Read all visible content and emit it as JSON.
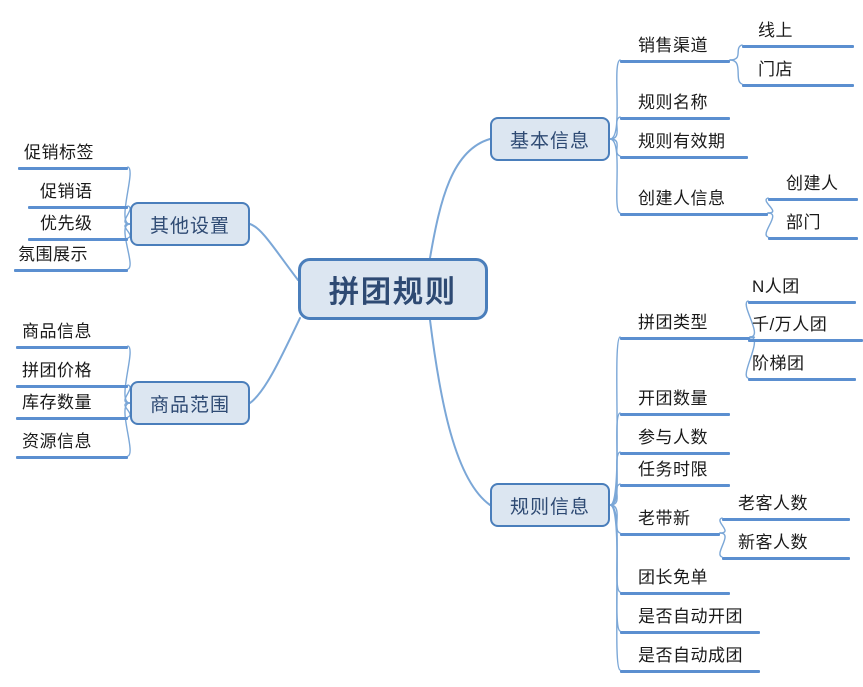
{
  "diagram": {
    "title": "拼团规则",
    "type": "mind-map",
    "colors": {
      "node_fill": "#dce6f1",
      "node_border": "#4a7ebb",
      "underline": "#5b8fd0",
      "edge": "#7ba7d7",
      "text": "#1a1a1a",
      "node_text": "#2e4a73",
      "background": "#ffffff"
    }
  },
  "root": {
    "label": "拼团规则"
  },
  "branches": [
    {
      "id": "basic-info",
      "label": "基本信息",
      "side": "right",
      "children": [
        {
          "label": "销售渠道",
          "children": [
            {
              "label": "线上"
            },
            {
              "label": "门店"
            }
          ]
        },
        {
          "label": "规则名称",
          "children": []
        },
        {
          "label": "规则有效期",
          "children": []
        },
        {
          "label": "创建人信息",
          "children": [
            {
              "label": "创建人"
            },
            {
              "label": "部门"
            }
          ]
        }
      ]
    },
    {
      "id": "rule-info",
      "label": "规则信息",
      "side": "right",
      "children": [
        {
          "label": "拼团类型",
          "children": [
            {
              "label": "N人团"
            },
            {
              "label": "千/万人团"
            },
            {
              "label": "阶梯团"
            }
          ]
        },
        {
          "label": "开团数量",
          "children": []
        },
        {
          "label": "参与人数",
          "children": []
        },
        {
          "label": "任务时限",
          "children": []
        },
        {
          "label": "老带新",
          "children": [
            {
              "label": "老客人数"
            },
            {
              "label": "新客人数"
            }
          ]
        },
        {
          "label": "团长免单",
          "children": []
        },
        {
          "label": "是否自动开团",
          "children": []
        },
        {
          "label": "是否自动成团",
          "children": []
        }
      ]
    },
    {
      "id": "other-settings",
      "label": "其他设置",
      "side": "left",
      "children": [
        {
          "label": "促销标签",
          "children": []
        },
        {
          "label": "促销语",
          "children": []
        },
        {
          "label": "优先级",
          "children": []
        },
        {
          "label": "氛围展示",
          "children": []
        }
      ]
    },
    {
      "id": "product-scope",
      "label": "商品范围",
      "side": "left",
      "children": [
        {
          "label": "商品信息",
          "children": []
        },
        {
          "label": "拼团价格",
          "children": []
        },
        {
          "label": "库存数量",
          "children": []
        },
        {
          "label": "资源信息",
          "children": []
        }
      ]
    }
  ]
}
